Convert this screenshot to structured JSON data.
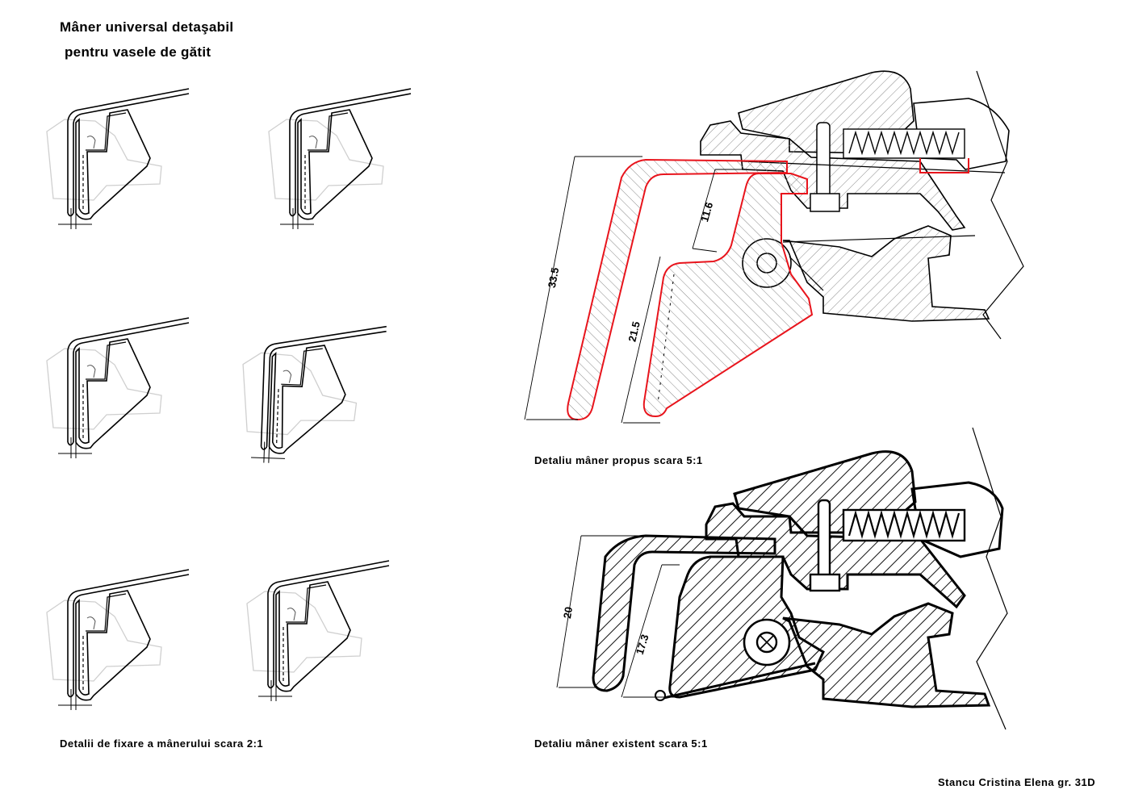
{
  "title": {
    "line1": "Mâner universal detaşabil",
    "line2": "pentru vasele de gătit"
  },
  "captions": {
    "fixing_details": "Detalii de fixare a mânerului scara 2:1",
    "proposed_detail": "Detaliu mâner propus scara 5:1",
    "existing_detail": "Detaliu mâner existent scara 5:1"
  },
  "author": "Stancu Cristina Elena gr. 31D",
  "dimensions": {
    "proposed": [
      "33.5",
      "11.6",
      "21.5"
    ],
    "existing": [
      "20",
      "17.3"
    ]
  },
  "colors": {
    "line": "#000000",
    "accent": "#e8141c",
    "hatch": "#9a9a9a"
  }
}
